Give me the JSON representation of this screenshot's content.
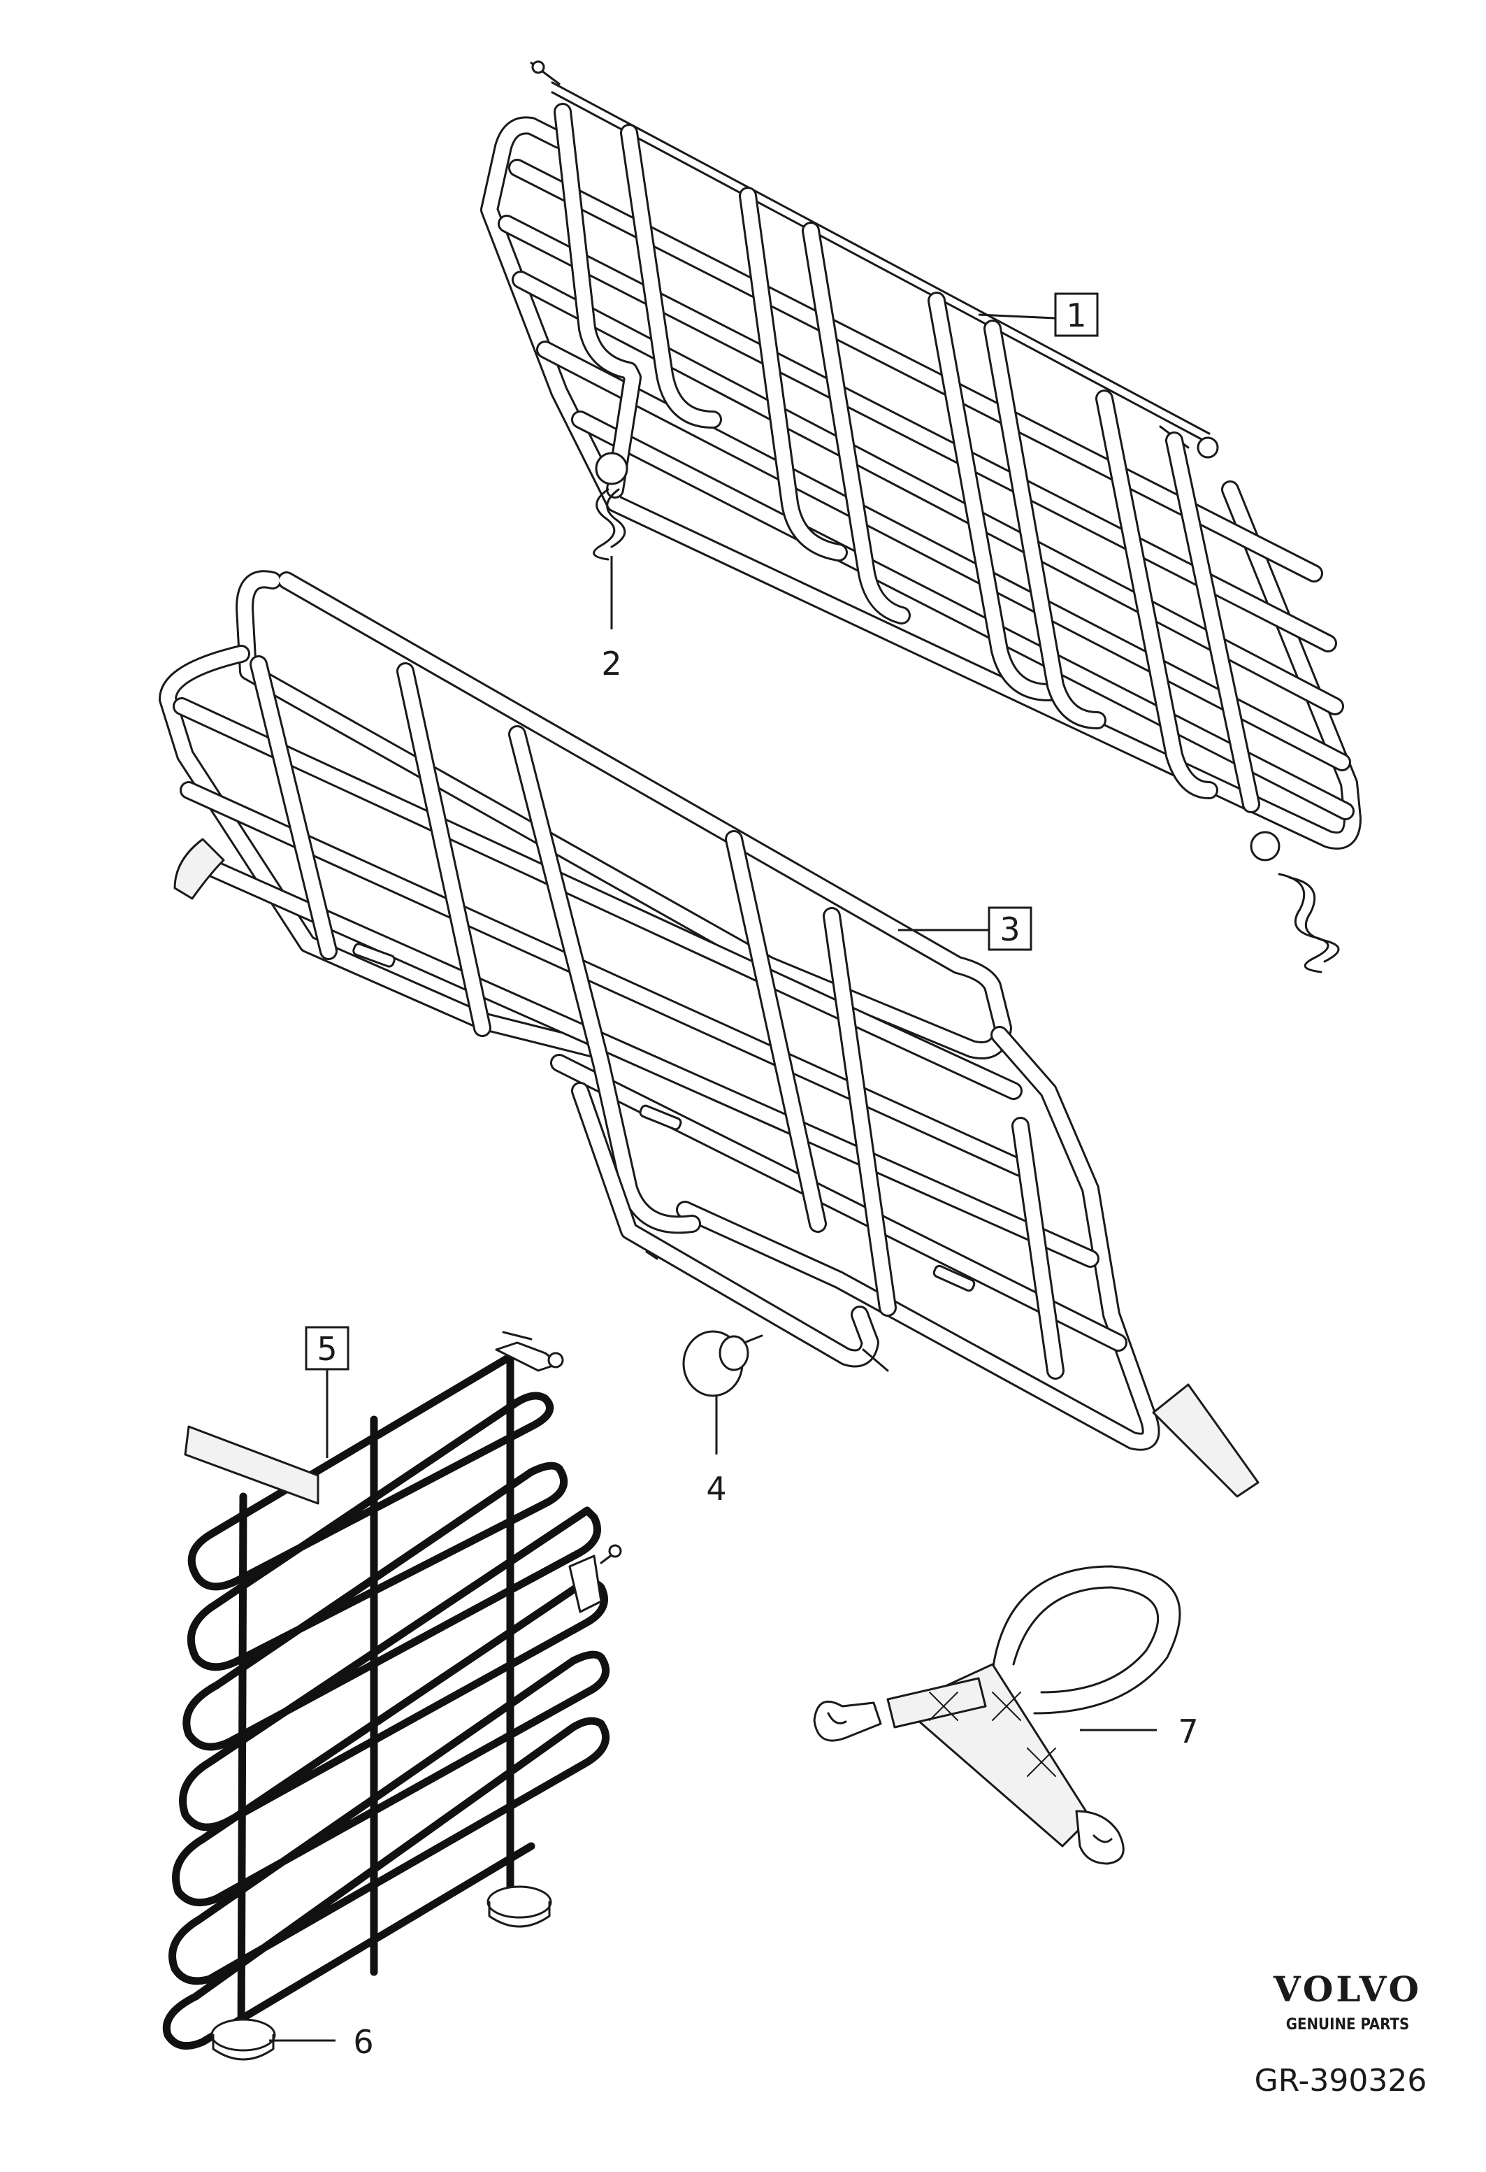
{
  "callouts": {
    "c1": "1",
    "c2": "2",
    "c3": "3",
    "c4": "4",
    "c5": "5",
    "c6": "6",
    "c7": "7"
  },
  "brand": {
    "logo_text": "VOLVO",
    "tagline": "GENUINE PARTS"
  },
  "reference": "GR-390326"
}
